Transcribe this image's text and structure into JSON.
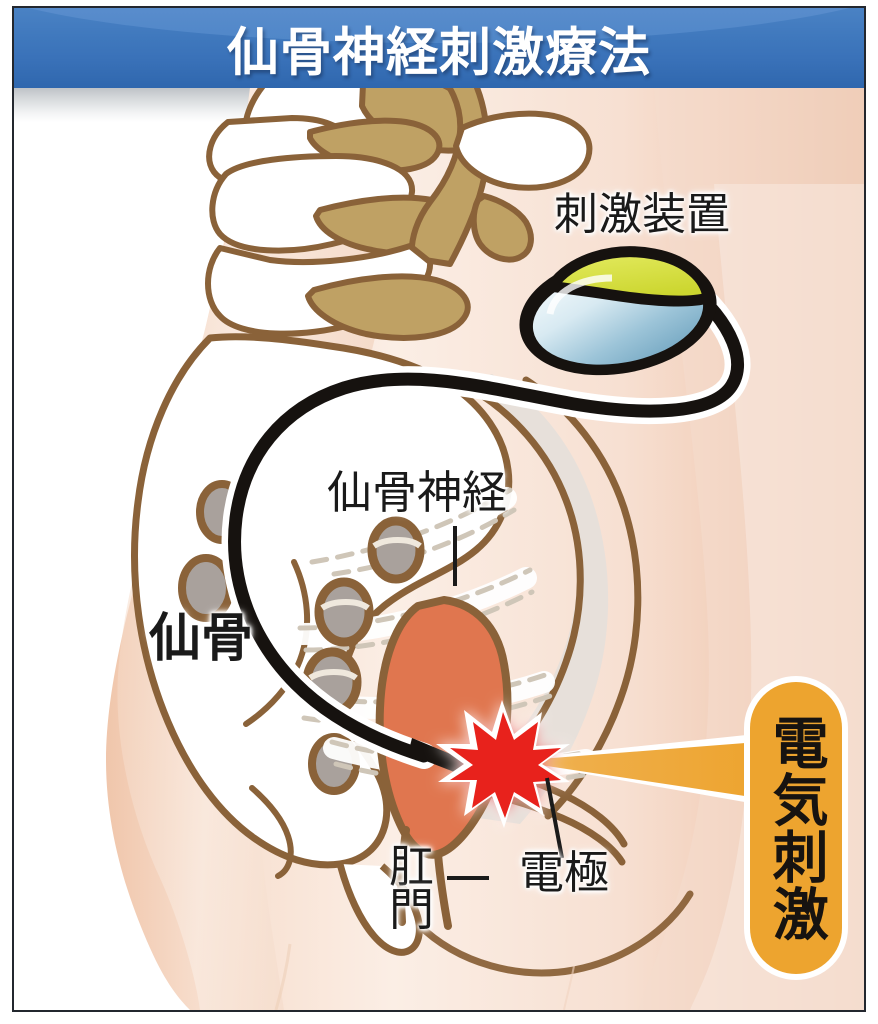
{
  "banner": {
    "title": "仙骨神経刺激療法",
    "bg_color_top": "#4a82c4",
    "bg_color_bottom": "#2f67ae",
    "text_color": "#ffffff"
  },
  "labels": {
    "device": "刺激装置",
    "sacral_nerve": "仙骨神経",
    "sacrum": "仙骨",
    "anus_line1": "肛",
    "anus_line2": "門",
    "electrode": "電極"
  },
  "callout": {
    "text": "電気刺激",
    "bg_color": "#eda42f",
    "text_color": "#171310",
    "outline_color": "#ffffff"
  },
  "palette": {
    "skin": "#f6e0d2",
    "skin_shadow": "#e9c4ae",
    "bone_outline": "#8a6239",
    "bone_fill": "#ffffff",
    "bone_shade": "#bfa164",
    "pelvis_fill": "#e7e0da",
    "foramen_fill": "#a9a19c",
    "rectum_fill": "#e0764f",
    "lead_wire": "#16120f",
    "device_cap": "#d7e04a",
    "device_body_light": "#eef5f8",
    "device_body_dark": "#7fb0c8",
    "spark": "#e8211a",
    "nerve_dash": "#cfc6b8"
  },
  "figure": {
    "type": "medical-illustration",
    "subject": "sacral nerve stimulation therapy (仙骨神経刺激療法)",
    "view": "lateral pelvis / sacrum",
    "parts": [
      "lumbar vertebrae",
      "sacrum with sacral foramina",
      "sacral nerves (dashed pathways)",
      "implanted stimulator device",
      "lead wire",
      "electrode at stimulation point",
      "rectum and anus"
    ]
  }
}
